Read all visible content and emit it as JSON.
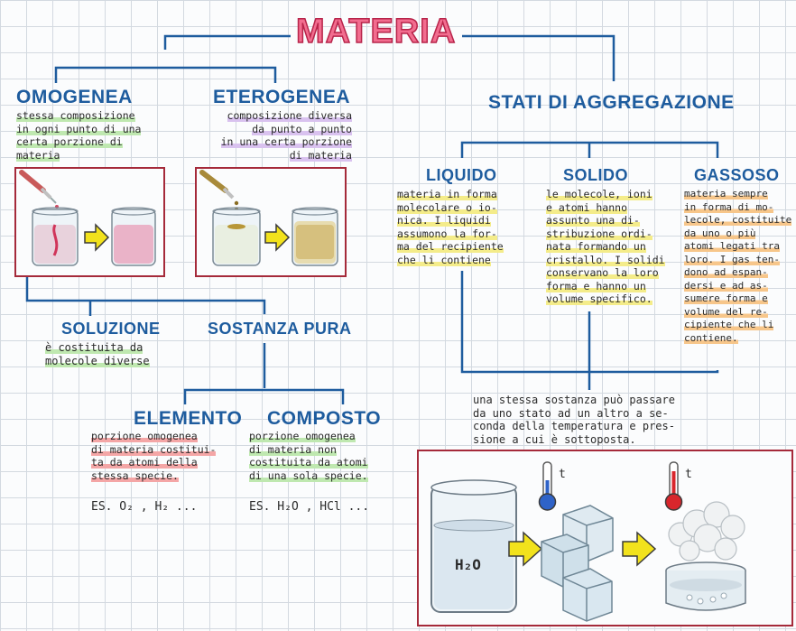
{
  "title": "MATERIA",
  "omogenea": {
    "heading": "OMOGENEA",
    "lines": [
      "stessa composizione",
      "in ogni punto di una",
      "certa porzione di",
      "materia"
    ]
  },
  "eterogenea": {
    "heading": "ETEROGENEA",
    "lines": [
      "composizione diversa",
      "da punto a punto",
      "in una certa porzione",
      "di materia"
    ]
  },
  "stati": {
    "heading": "STATI DI AGGREGAZIONE"
  },
  "liquido": {
    "heading": "LIQUIDO",
    "lines": [
      "materia in forma",
      "molecolare o io-",
      "nica. I liquidi",
      "assumono la for-",
      "ma del recipiente",
      "che li contiene"
    ]
  },
  "solido": {
    "heading": "SOLIDO",
    "lines": [
      "le molecole, ioni",
      "e atomi hanno",
      "assunto una di-",
      "stribuzione ordi-",
      "nata formando un",
      "cristallo. I solidi",
      "conservano la loro",
      "forma e hanno un",
      "volume specifico."
    ]
  },
  "gassoso": {
    "heading": "GASSOSO",
    "lines": [
      "materia sempre",
      "in forma di mo-",
      "lecole, costituite",
      "da uno o più",
      "atomi legati tra",
      "loro. I gas ten-",
      "dono ad espan-",
      "dersi e ad as-",
      "sumere forma e",
      "volume del re-",
      "cipiente che li",
      "contiene."
    ]
  },
  "soluzione": {
    "heading": "SOLUZIONE",
    "lines": [
      "è costituita da",
      "molecole diverse"
    ]
  },
  "sostanza_pura": {
    "heading": "SOSTANZA PURA"
  },
  "elemento": {
    "heading": "ELEMENTO",
    "lines": [
      "porzione omogenea",
      "di materia costitui-",
      "ta da atomi della",
      "stessa specie."
    ],
    "example": "ES. O₂ , H₂ ..."
  },
  "composto": {
    "heading": "COMPOSTO",
    "lines": [
      "porzione omogenea",
      "di materia non",
      "costituita da atomi",
      "di una sola specie."
    ],
    "example": "ES. H₂O , HCl ..."
  },
  "passaggio": {
    "lines": [
      "una stessa sostanza può passare",
      "da uno stato ad un altro a se-",
      "conda della temperatura e pres-",
      "sione a cui è sottoposta."
    ]
  },
  "illustration": {
    "water_label": "H₂O",
    "temp_label_cold": "t",
    "temp_label_hot": "t"
  },
  "colors": {
    "accent_blue": "#1e5c9e",
    "title_pink": "#f26d8f",
    "box_red": "#a52a3a",
    "arrow_yellow": "#f2e21c"
  }
}
